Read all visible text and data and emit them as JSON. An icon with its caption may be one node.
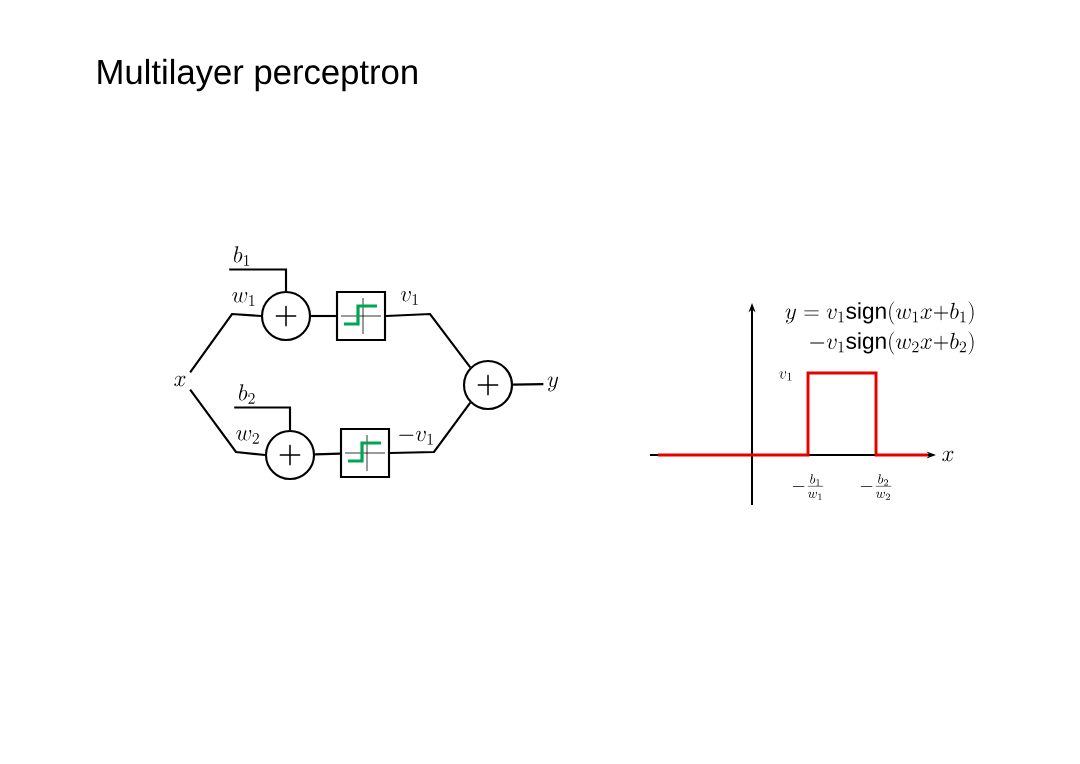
{
  "diagram": {
    "title": "Multilayer perceptron",
    "nodes": [
      {
        "text": [
          "x"
        ]
      },
      {
        "text": [
          "b_1"
        ]
      },
      {
        "text": [
          "+"
        ]
      },
      {
        "text": [],
        "shape": "box"
      },
      {
        "text": [
          "b_2"
        ]
      },
      {
        "text": [
          "+"
        ]
      },
      {
        "text": [],
        "shape": "box"
      },
      {
        "text": [
          "+"
        ]
      },
      {
        "text": [
          "y"
        ]
      }
    ],
    "edges": [
      {
        "from": 0,
        "to": 2,
        "arrow": "none",
        "label": "w_1"
      },
      {
        "from": 1,
        "to": 2,
        "arrow": "none"
      },
      {
        "from": 2,
        "to": 3,
        "arrow": "none"
      },
      {
        "from": 3,
        "to": 7,
        "arrow": "none",
        "label": "v_1"
      },
      {
        "from": 0,
        "to": 5,
        "arrow": "none",
        "label": "w_2"
      },
      {
        "from": 4,
        "to": 5,
        "arrow": "none"
      },
      {
        "from": 5,
        "to": 6,
        "arrow": "none"
      },
      {
        "from": 6,
        "to": 7,
        "arrow": "none",
        "label": "-v_1"
      },
      {
        "from": 7,
        "to": 8,
        "arrow": "none"
      }
    ],
    "labels": [
      "y = v_1\\mathrm{sign}(w_1x{+}b_1)",
      "-v_1\\mathrm{sign}(w_2x{+}b_2)",
      "v_1",
      "-\\frac{b_1}{w_1}",
      "-\\frac{b_2}{w_2}",
      "x"
    ]
  }
}
